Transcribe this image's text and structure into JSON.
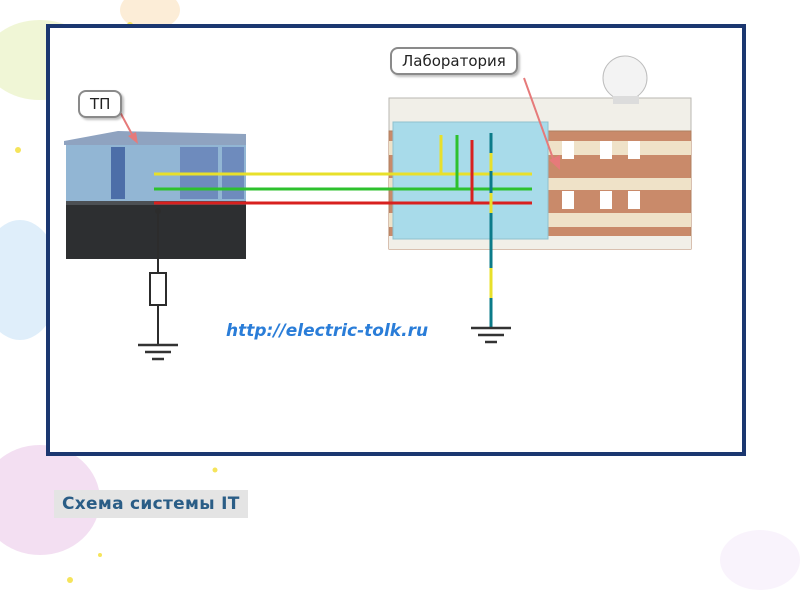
{
  "diagram": {
    "callouts": {
      "substation": "ТП",
      "laboratory": "Лаборатория"
    },
    "url": "http://electric-tolk.ru",
    "wire_colors": {
      "phase_a": "#e8e02a",
      "phase_b": "#2dc12d",
      "phase_c": "#d8201f",
      "pe": "#0b7b89"
    }
  },
  "caption": "Схема системы IT"
}
